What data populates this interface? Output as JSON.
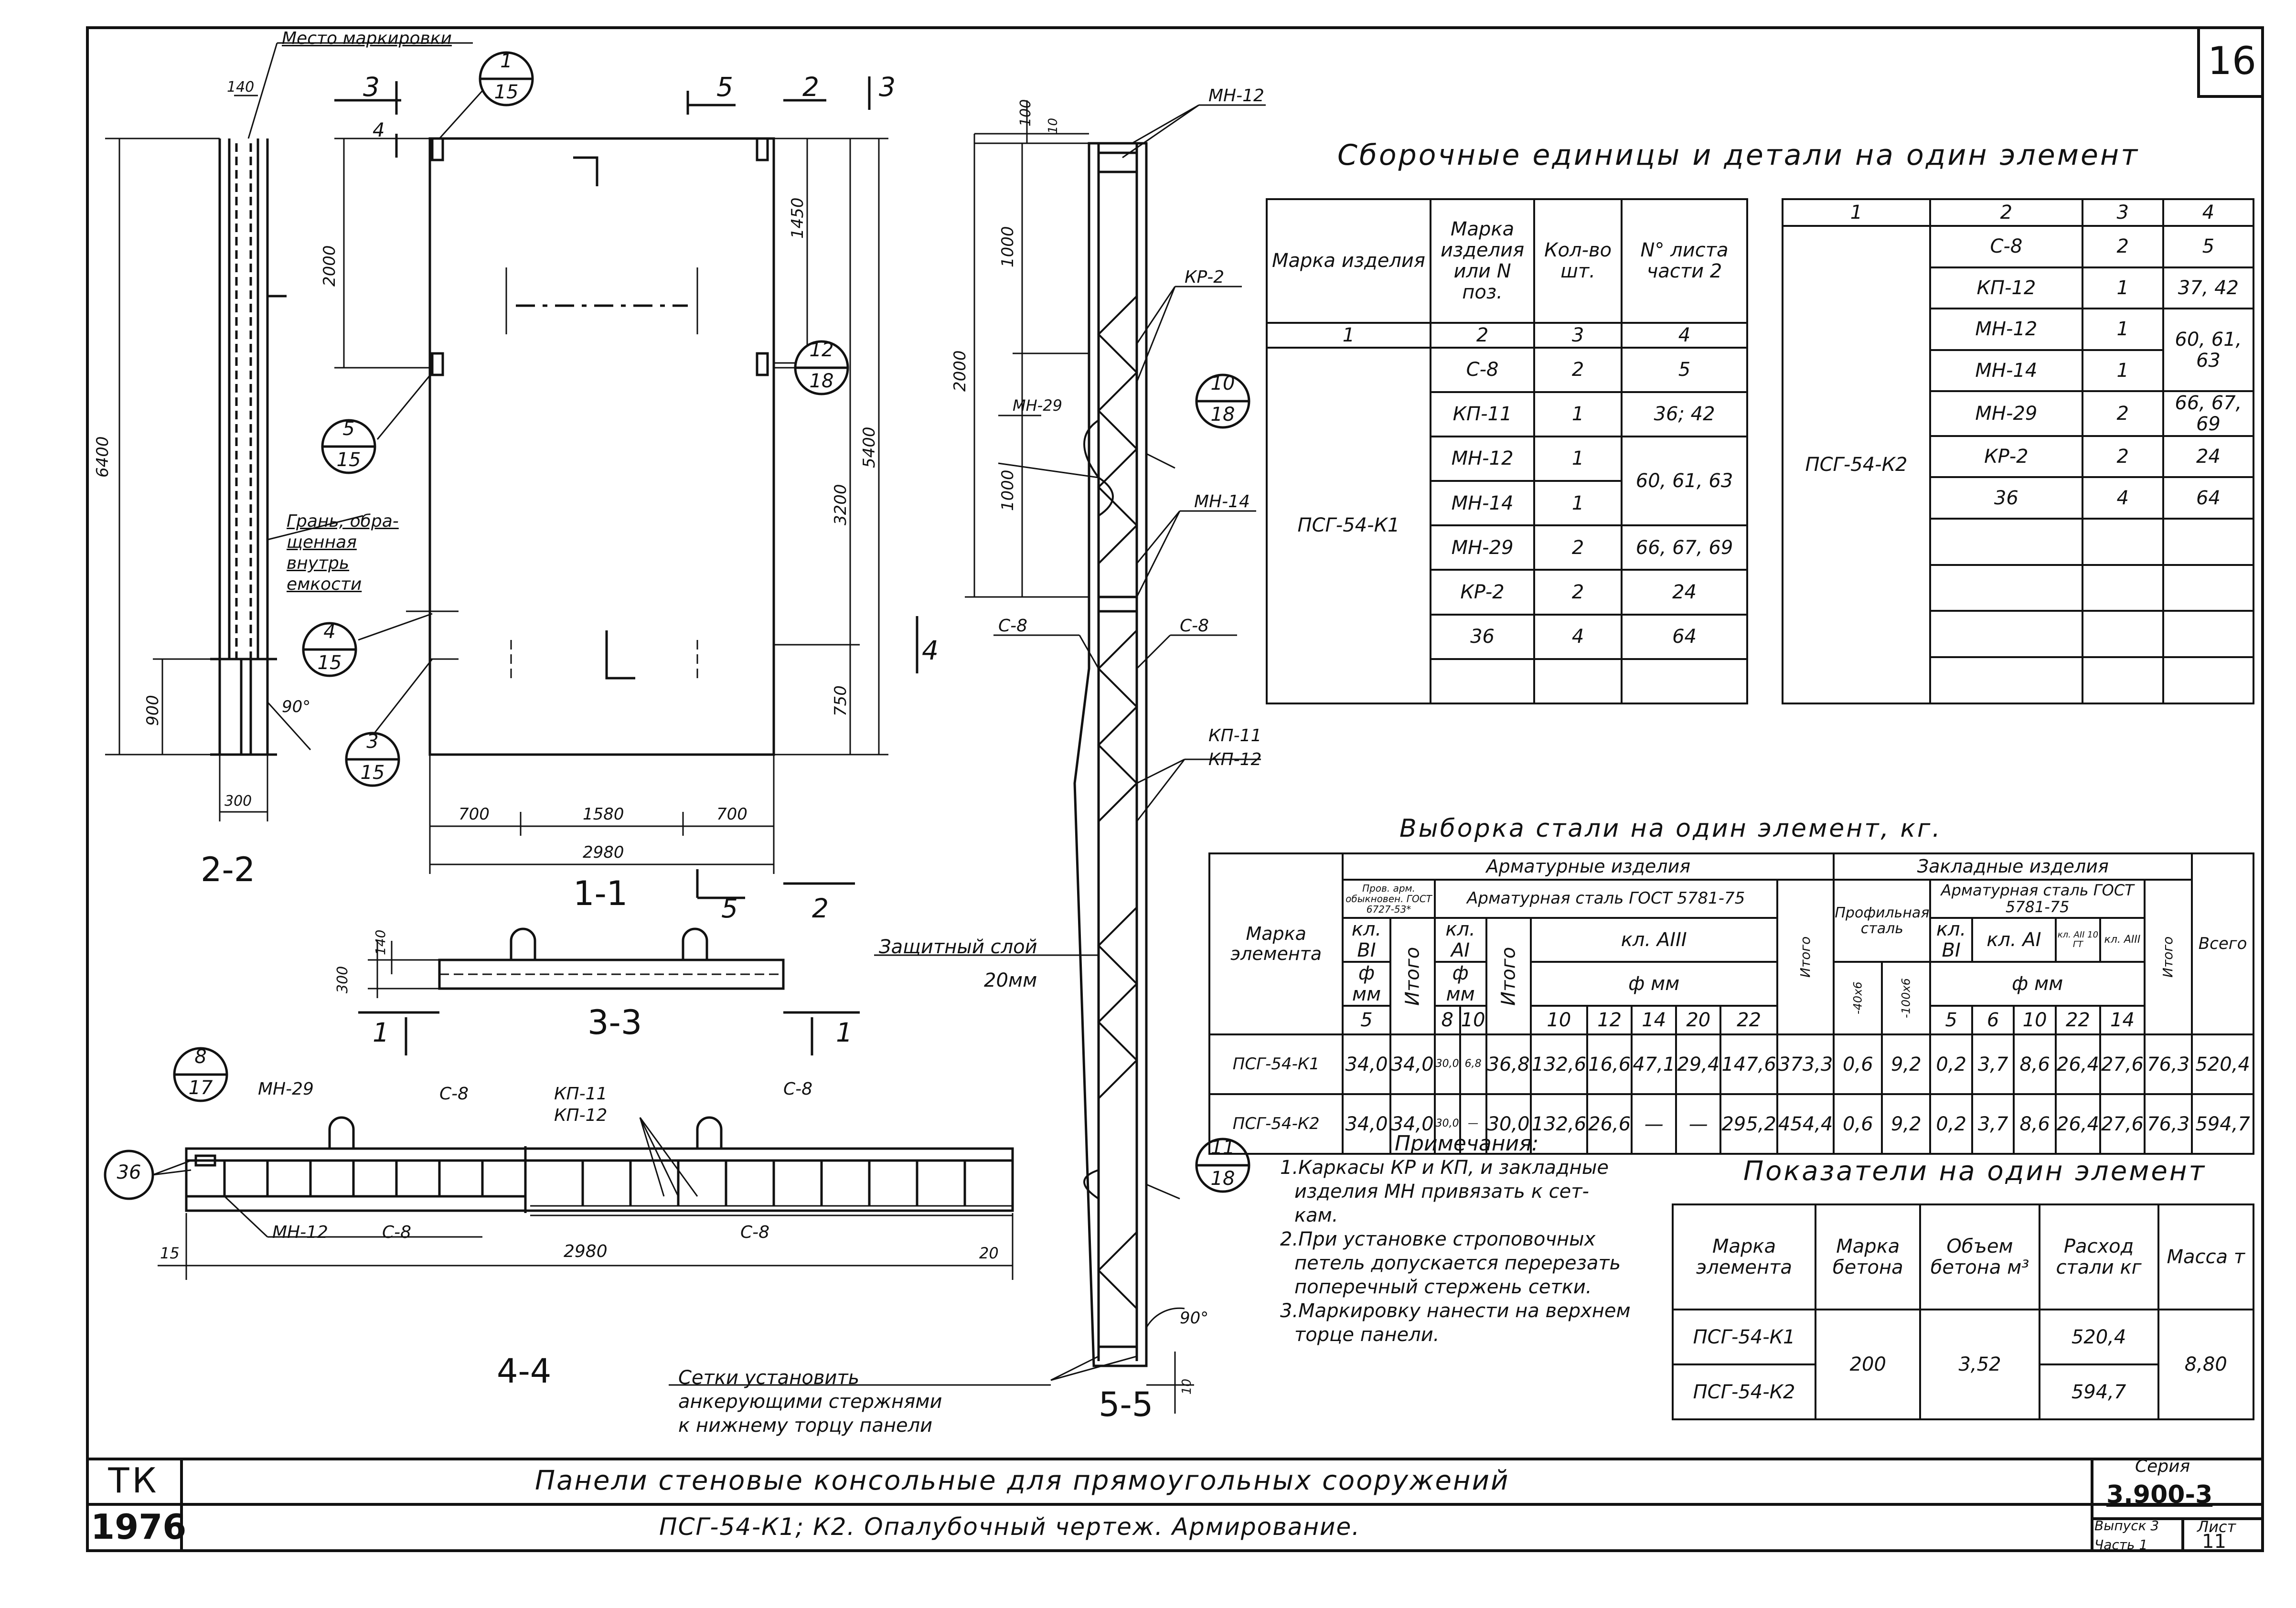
{
  "sheet": {
    "sheet_code": "16",
    "stamp": {
      "tk": "ТК",
      "year": "1976"
    },
    "title_line1": "Панели стеновые консольные для прямоугольных сооружений",
    "title_line2": "ПСГ-54-К1; К2. Опалубочный чертеж. Армирование.",
    "series_label": "Серия",
    "series_value": "3.900-3",
    "issue": "Выпуск 3",
    "part": "Часть 1",
    "sheet_label": "Лист",
    "sheet_number": "11"
  },
  "views": {
    "section_2_2": "2-2",
    "section_1_1": "1-1",
    "section_3_3": "3-3",
    "section_4_4": "4-4",
    "section_5_5": "5-5"
  },
  "annotations": {
    "marking_place": "Место маркировки",
    "face_inside": [
      "Грань, обра-",
      "щенная",
      "внутрь",
      "емкости"
    ],
    "protective_layer": [
      "Защитный слой",
      "20мм"
    ],
    "mesh_install": [
      "Сетки установить",
      "анкерующими стержнями",
      "к нижнему торцу панели"
    ],
    "angle": "90°"
  },
  "dims_2_2": [
    "140",
    "6400",
    "900",
    "300"
  ],
  "dims_1_1": [
    "2000",
    "1450",
    "5400",
    "3200",
    "750",
    "700",
    "1580",
    "700",
    "2980"
  ],
  "dims_3_3": [
    "140",
    "300"
  ],
  "dims_4_4": [
    "15",
    "20",
    "2980"
  ],
  "dims_5_5": [
    "100",
    "10",
    "1000",
    "2000",
    "1000",
    "10"
  ],
  "callouts": [
    {
      "num": "1",
      "sheet": "15"
    },
    {
      "num": "5",
      "sheet": "15"
    },
    {
      "num": "4",
      "sheet": "15"
    },
    {
      "num": "3",
      "sheet": "15"
    },
    {
      "num": "12",
      "sheet": "18"
    },
    {
      "num": "10",
      "sheet": "18"
    },
    {
      "num": "11",
      "sheet": "18"
    },
    {
      "num": "8",
      "sheet": "17"
    }
  ],
  "section_marks": [
    "3",
    "4",
    "5",
    "2",
    "3",
    "5",
    "2",
    "1",
    "1",
    "4"
  ],
  "item_labels": [
    "МН-12",
    "КР-2",
    "МН-29",
    "МН-14",
    "С-8",
    "С-8",
    "КП-11",
    "КП-12",
    "МН-29",
    "С-8",
    "КП-11",
    "КП-12",
    "С-8",
    "МН-12",
    "С-8",
    "С-8",
    "36"
  ],
  "assembly_table": {
    "title": "Сборочные единицы и детали на один элемент",
    "headers": [
      "Марка изделия",
      "Марка изделия или N поз.",
      "Кол-во шт.",
      "N° листа части 2"
    ],
    "col_numbers": [
      "1",
      "2",
      "3",
      "4"
    ],
    "mark": "ПСГ-54-К1",
    "rows": [
      [
        "С-8",
        "2",
        "5"
      ],
      [
        "КП-11",
        "1",
        "36; 42"
      ],
      [
        "МН-12",
        "1",
        "60, 61, 63"
      ],
      [
        "МН-14",
        "1",
        ""
      ],
      [
        "МН-29",
        "2",
        "66, 67, 69"
      ],
      [
        "КР-2",
        "2",
        "24"
      ],
      [
        "36",
        "4",
        "64"
      ]
    ]
  },
  "assembly_table_2": {
    "col_numbers": [
      "1",
      "2",
      "3",
      "4"
    ],
    "mark": "ПСГ-54-К2",
    "rows": [
      [
        "С-8",
        "2",
        "5"
      ],
      [
        "КП-12",
        "1",
        "37, 42"
      ],
      [
        "МН-12",
        "1",
        "60, 61, 63"
      ],
      [
        "МН-14",
        "1",
        ""
      ],
      [
        "МН-29",
        "2",
        "66, 67, 69"
      ],
      [
        "КР-2",
        "2",
        "24"
      ],
      [
        "36",
        "4",
        "64"
      ]
    ]
  },
  "steel_table": {
    "title": "Выборка стали на один элемент, кг.",
    "h_mark": "Марка элемента",
    "h_armature": "Арматурные изделия",
    "h_embedded": "Закладные изделия",
    "h_wire": "Пров. арм. обыкновен. ГОСТ 6727-53*",
    "h_steel": "Арматурная сталь ГОСТ 5781-75",
    "h_profile": "Профильная сталь",
    "h_steel2": "Арматурная сталь ГОСТ 5781-75",
    "h_total_all": "Всего",
    "h_cl_b1": "кл. BI",
    "h_cl_a1": "кл. AI",
    "h_cl_a3": "кл. AIII",
    "h_cl_a3_gost": "кл. AII 10 ГТ",
    "h_cl_a3b": "кл. AIII",
    "h_phi": "ф мм",
    "h_itogo": "Итого",
    "h_profile_sizes": [
      "-40х6",
      "-100х6"
    ],
    "diam_wire": [
      "5"
    ],
    "diam_a1": [
      "8",
      "10"
    ],
    "diam_a3": [
      "10",
      "12",
      "14",
      "20",
      "22"
    ],
    "diam_emb": [
      "5",
      "6",
      "10",
      "22",
      "14"
    ],
    "rows": [
      {
        "mark": "ПСГ-54-К1",
        "cells": [
          "34,0",
          "34,0",
          "30,0",
          "6,8",
          "36,8",
          "132,6",
          "16,6",
          "47,1",
          "29,4",
          "147,6",
          "373,3",
          "0,6",
          "9,2",
          "0,2",
          "3,7",
          "8,6",
          "26,4",
          "27,6",
          "76,3",
          "520,4"
        ]
      },
      {
        "mark": "ПСГ-54-К2",
        "cells": [
          "34,0",
          "34,0",
          "30,0",
          "—",
          "30,0",
          "132,6",
          "26,6",
          "—",
          "—",
          "295,2",
          "454,4",
          "0,6",
          "9,2",
          "0,2",
          "3,7",
          "8,6",
          "26,4",
          "27,6",
          "76,3",
          "594,7"
        ]
      }
    ]
  },
  "notes": {
    "title": "Примечания:",
    "items": [
      "1.Каркасы КР и КП, и закладные",
      "изделия МН привязать к сет-",
      "кам.",
      "2.При установке строповочных",
      "петель допускается перерезать",
      "поперечный стержень сетки.",
      "3.Маркировку нанести на верхнем",
      "торце панели."
    ]
  },
  "indicators_table": {
    "title": "Показатели на один элемент",
    "headers": [
      "Марка элемента",
      "Марка бетона",
      "Объем бетона м³",
      "Расход стали кг",
      "Масса т"
    ],
    "marks": [
      "ПСГ-54-К1",
      "ПСГ-54-К2"
    ],
    "concrete": "200",
    "volume": "3,52",
    "steel": [
      "520,4",
      "594,7"
    ],
    "mass": "8,80"
  }
}
